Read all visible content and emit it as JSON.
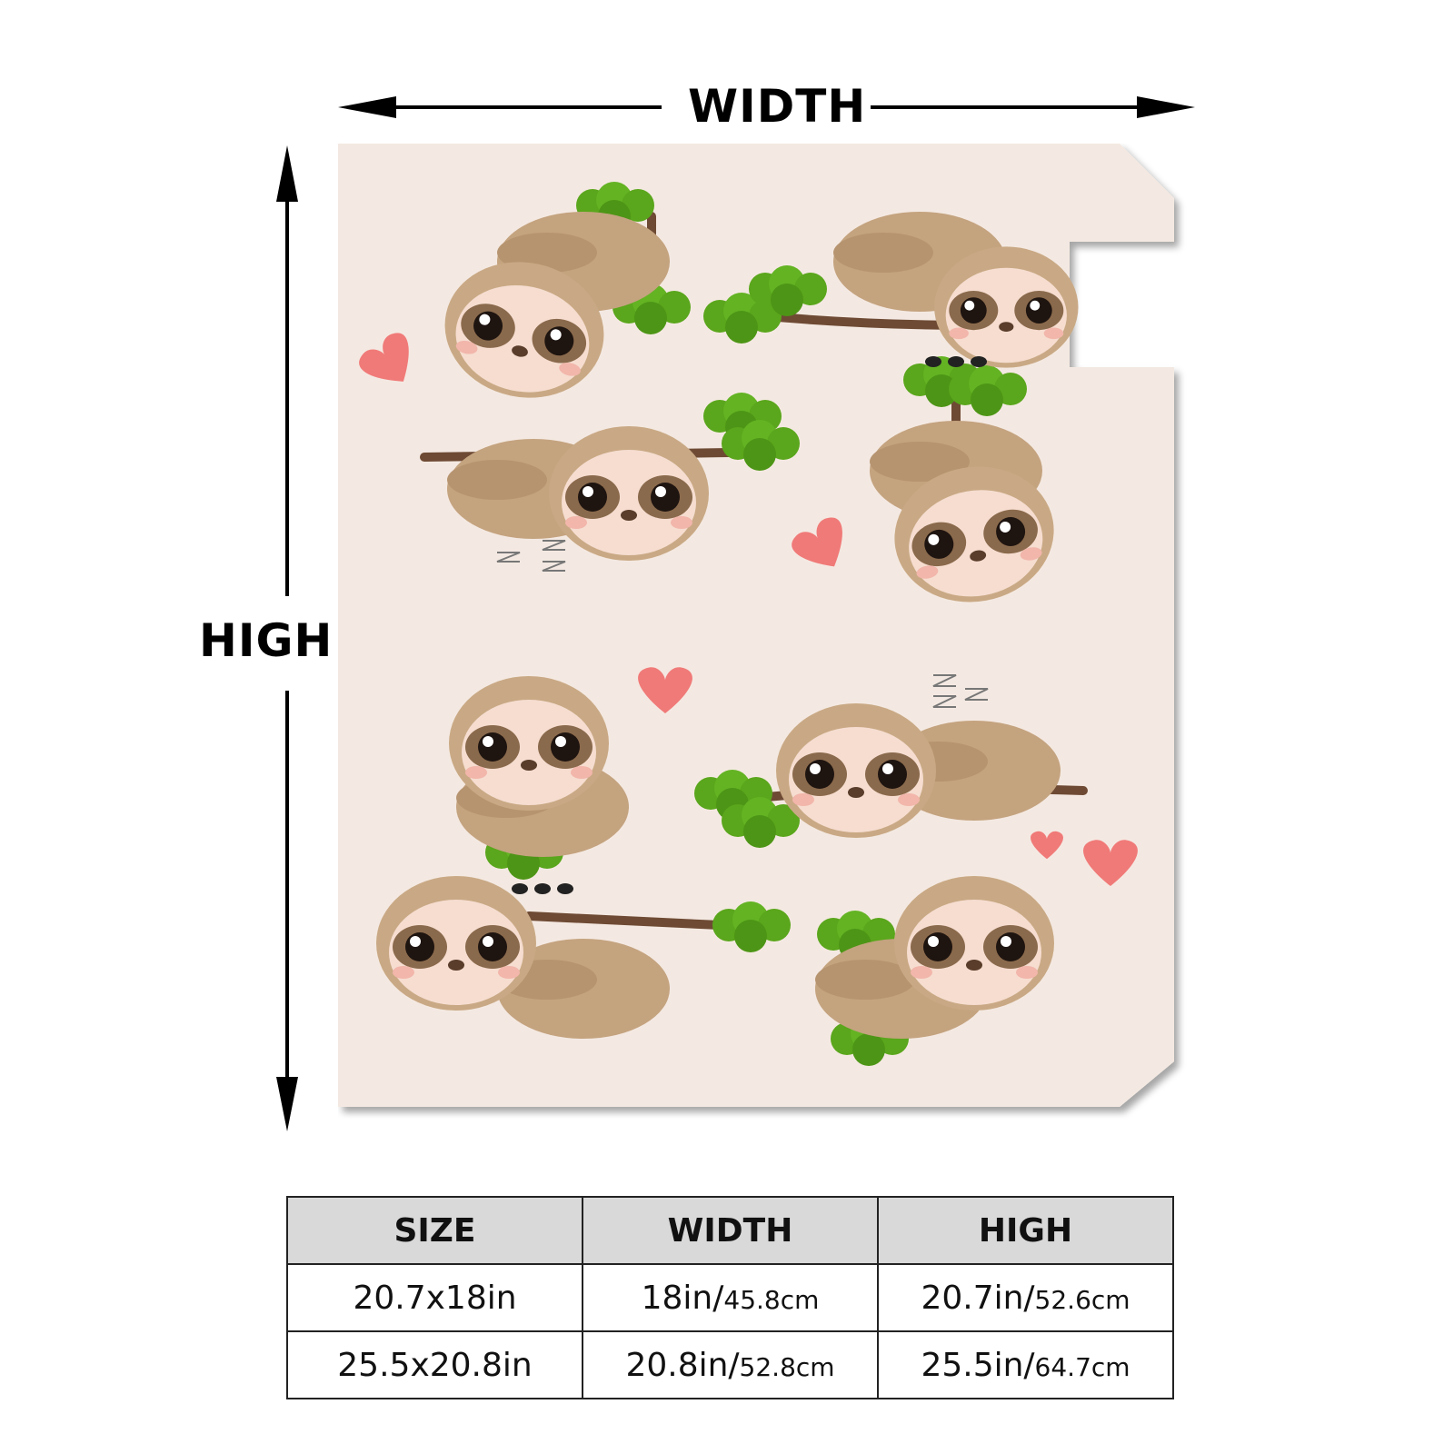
{
  "dimensions": {
    "width_label": "WIDTH",
    "high_label": "HIGH"
  },
  "cover": {
    "pattern": "cute-sloths-on-branches",
    "background_color": "#f4e9e2",
    "sloth_color": "#c9a985",
    "leaf_color": "#5aa61c",
    "heart_color": "#f07a78"
  },
  "size_table": {
    "headers": [
      "SIZE",
      "WIDTH",
      "HIGH"
    ],
    "rows": [
      {
        "size": "20.7x18in",
        "width_in": "18in/",
        "width_cm": "45.8cm",
        "high_in": "20.7in/",
        "high_cm": "52.6cm"
      },
      {
        "size": "25.5x20.8in",
        "width_in": "20.8in/",
        "width_cm": "52.8cm",
        "high_in": "25.5in/",
        "high_cm": "64.7cm"
      }
    ]
  }
}
